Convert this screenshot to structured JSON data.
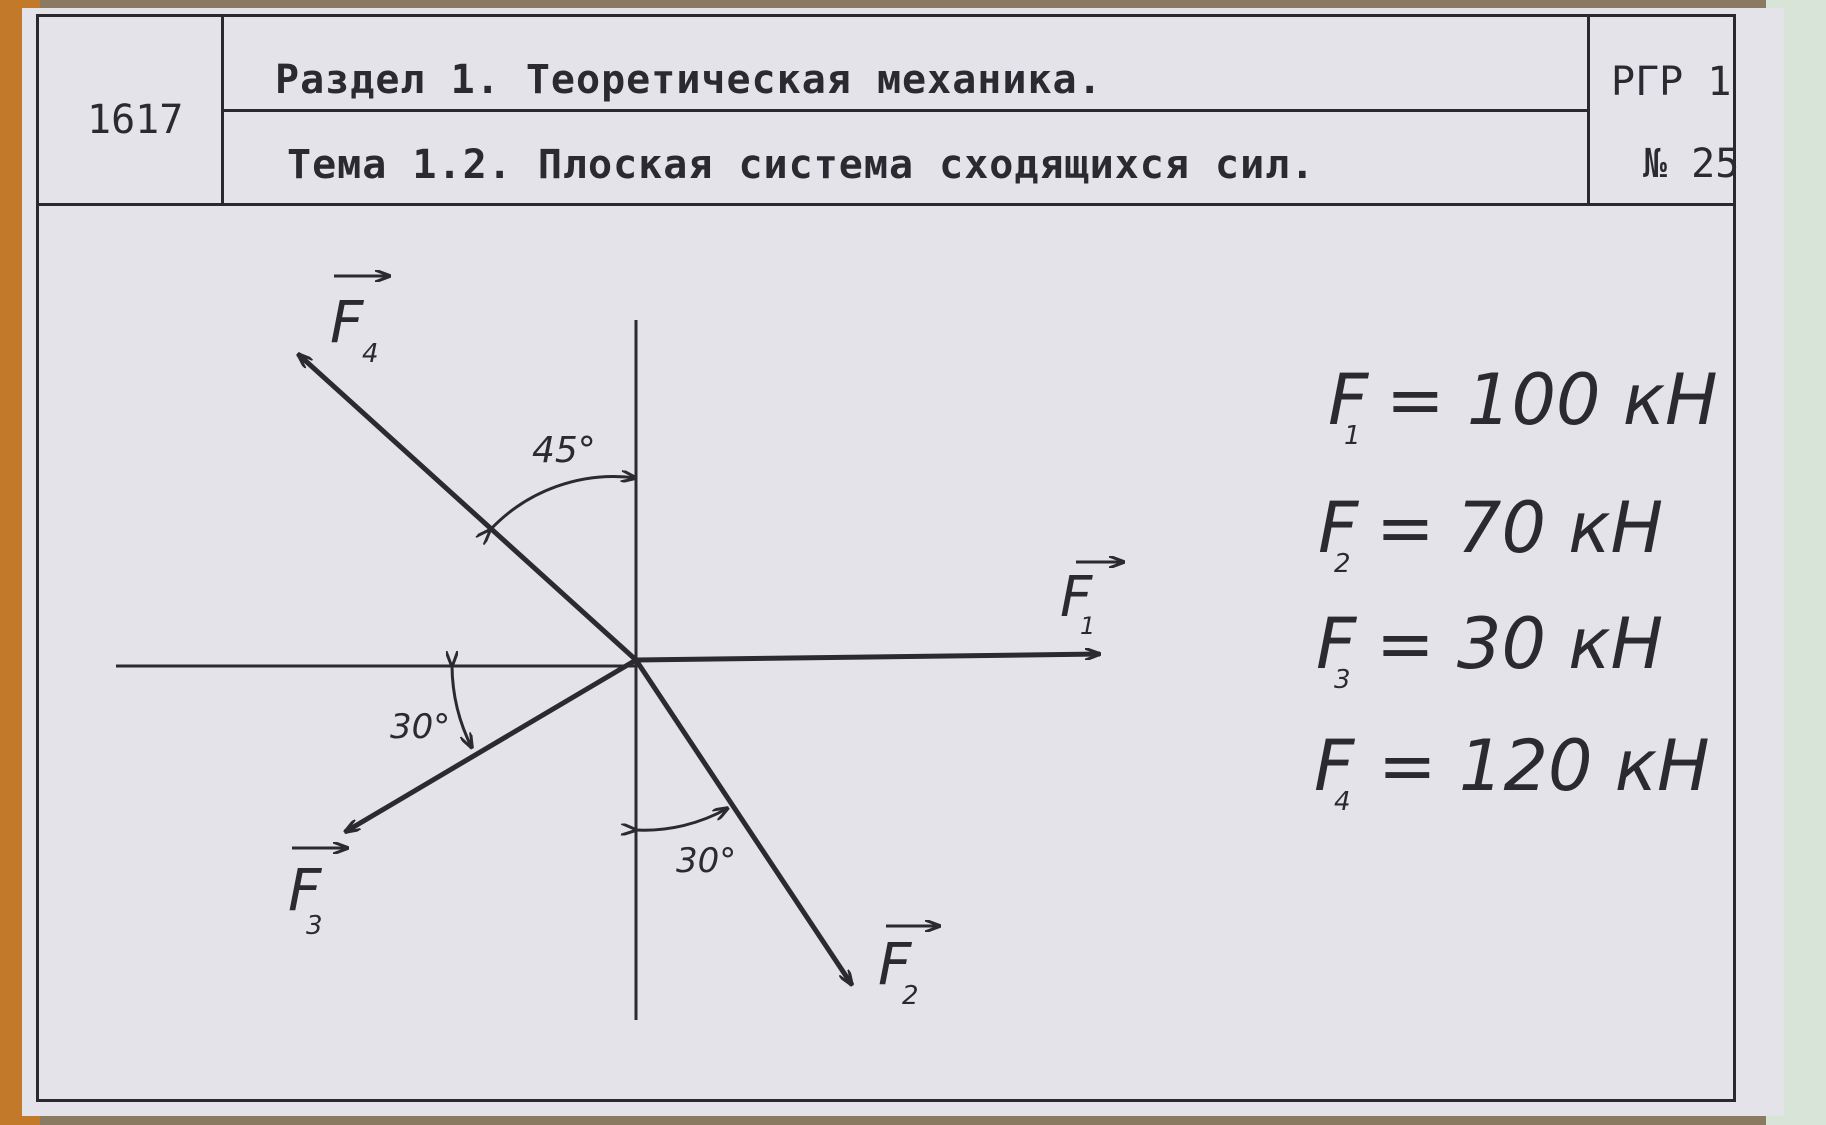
{
  "header": {
    "card_code": "1617",
    "section_title": "Раздел 1. Теоретическая механика.",
    "topic_title": "Тема 1.2. Плоская система сходящихся сил.",
    "rgr_label": "РГР 1",
    "task_number": "№ 25"
  },
  "diagram": {
    "forces": [
      {
        "id": "F1",
        "letter": "F",
        "sub": "1"
      },
      {
        "id": "F2",
        "letter": "F",
        "sub": "2"
      },
      {
        "id": "F3",
        "letter": "F",
        "sub": "3"
      },
      {
        "id": "F4",
        "letter": "F",
        "sub": "4"
      }
    ],
    "angles": [
      {
        "id": "angle-F4",
        "label": "45°"
      },
      {
        "id": "angle-F3",
        "label": "30°"
      },
      {
        "id": "angle-F2",
        "label": "30°"
      }
    ]
  },
  "given": [
    {
      "letter": "F",
      "sub": "1",
      "value": "= 100 кН"
    },
    {
      "letter": "F",
      "sub": "2",
      "value": "= 70 кН"
    },
    {
      "letter": "F",
      "sub": "3",
      "value": "= 30 кН"
    },
    {
      "letter": "F",
      "sub": "4",
      "value": "= 120 кН"
    }
  ]
}
